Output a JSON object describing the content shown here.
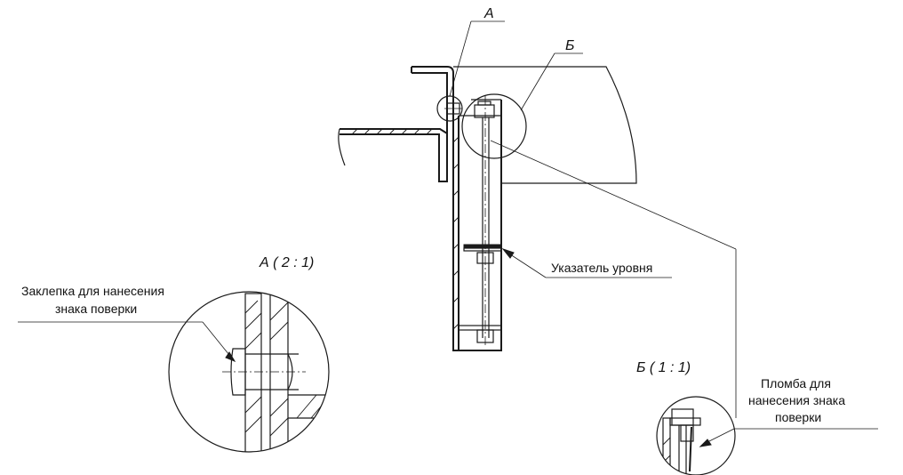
{
  "labels": {
    "callout_a": "А",
    "callout_b": "Б",
    "level_indicator": "Указатель уровня",
    "detail_a_title": "А ( 2 : 1)",
    "rivet_line1": "Заклепка для нанесения",
    "rivet_line2": "знака поверки",
    "detail_b_title": "Б ( 1 : 1)",
    "seal_line1": "Пломба для",
    "seal_line2": "нанесения знака",
    "seal_line3": "поверки"
  }
}
